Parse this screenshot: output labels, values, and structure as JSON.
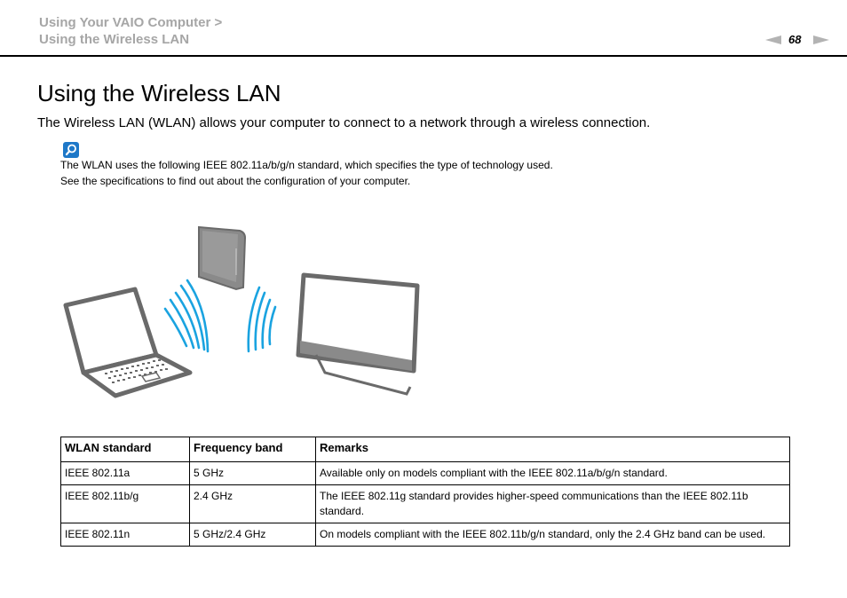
{
  "header": {
    "breadcrumb_line1": "Using Your VAIO Computer >",
    "breadcrumb_line2": "Using the Wireless LAN",
    "page_number": "68"
  },
  "main": {
    "title": "Using the Wireless LAN",
    "intro": "The Wireless LAN (WLAN) allows your computer to connect to a network through a wireless connection.",
    "note_icon": "magnifier-note-icon",
    "note_line1": "The WLAN uses the following IEEE 802.11a/b/g/n standard, which specifies the type of technology used.",
    "note_line2": "See the specifications to find out about the configuration of your computer."
  },
  "colors": {
    "accent": "#1e78c8",
    "wave": "#1aa3e0",
    "header_text": "#a6a6a6"
  },
  "table": {
    "headers": [
      "WLAN standard",
      "Frequency band",
      "Remarks"
    ],
    "rows": [
      [
        "IEEE 802.11a",
        "5 GHz",
        "Available only on models compliant with the IEEE 802.11a/b/g/n standard."
      ],
      [
        "IEEE 802.11b/g",
        "2.4 GHz",
        "The IEEE 802.11g standard provides higher-speed communications than the IEEE 802.11b standard."
      ],
      [
        "IEEE 802.11n",
        "5 GHz/2.4 GHz",
        "On models compliant with the IEEE 802.11b/g/n standard, only the 2.4 GHz band can be used."
      ]
    ]
  }
}
